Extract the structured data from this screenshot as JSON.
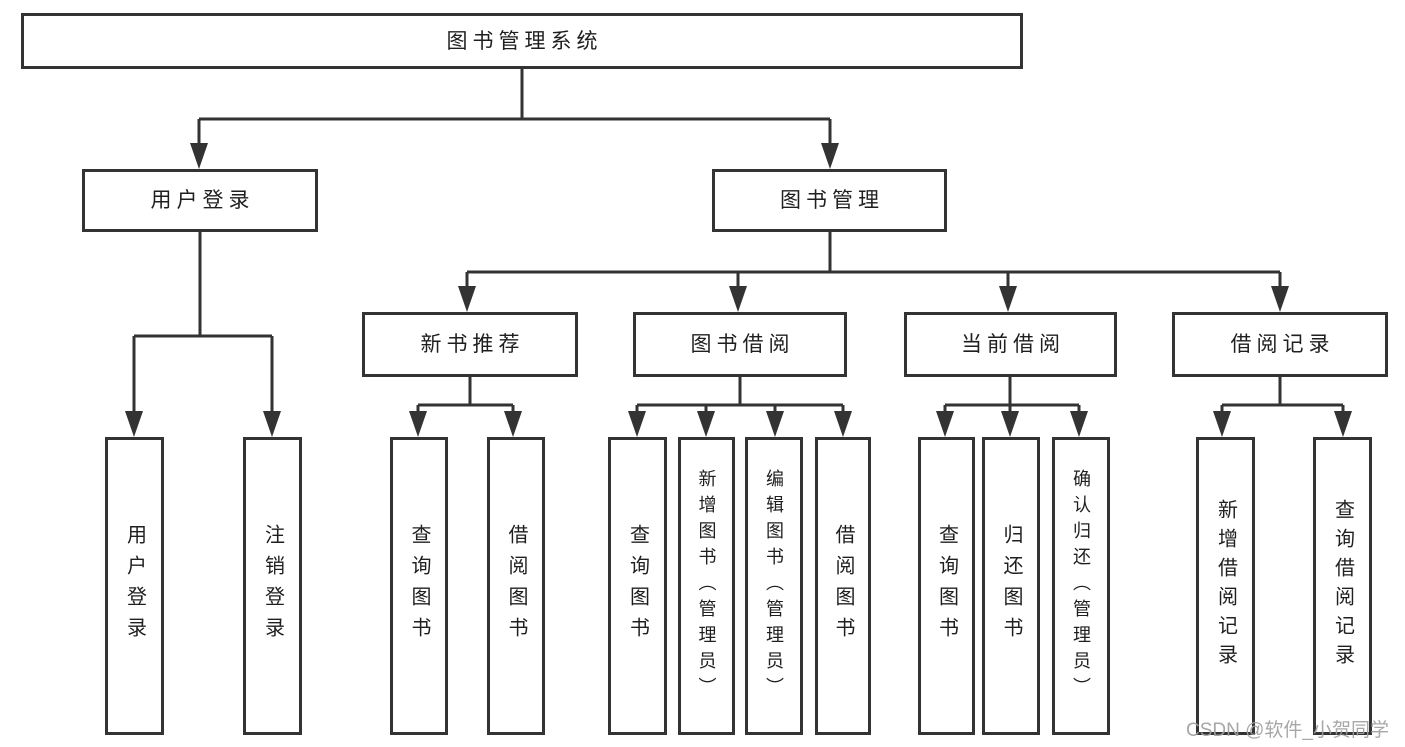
{
  "diagram": {
    "type": "hierarchy-functional-structure",
    "watermark": "CSDN @软件_小贺同学",
    "colors": {
      "line": "#333333",
      "text": "#1f1f1f",
      "background": "#ffffff",
      "watermark": "#a0a0a0"
    },
    "root": {
      "label": "图书管理系统"
    },
    "branches": [
      {
        "label": "用户登录",
        "children": [
          {
            "label": "用户登录"
          },
          {
            "label": "注销登录"
          }
        ]
      },
      {
        "label": "图书管理",
        "children": [
          {
            "label": "新书推荐",
            "children": [
              {
                "label": "查询图书"
              },
              {
                "label": "借阅图书"
              }
            ]
          },
          {
            "label": "图书借阅",
            "children": [
              {
                "label": "查询图书"
              },
              {
                "label": "新增图书（管理员）"
              },
              {
                "label": "编辑图书（管理员）"
              },
              {
                "label": "借阅图书"
              }
            ]
          },
          {
            "label": "当前借阅",
            "children": [
              {
                "label": "查询图书"
              },
              {
                "label": "归还图书"
              },
              {
                "label": "确认归还（管理员）"
              }
            ]
          },
          {
            "label": "借阅记录",
            "children": [
              {
                "label": "新增借阅记录"
              },
              {
                "label": "查询借阅记录"
              }
            ]
          }
        ]
      }
    ]
  }
}
